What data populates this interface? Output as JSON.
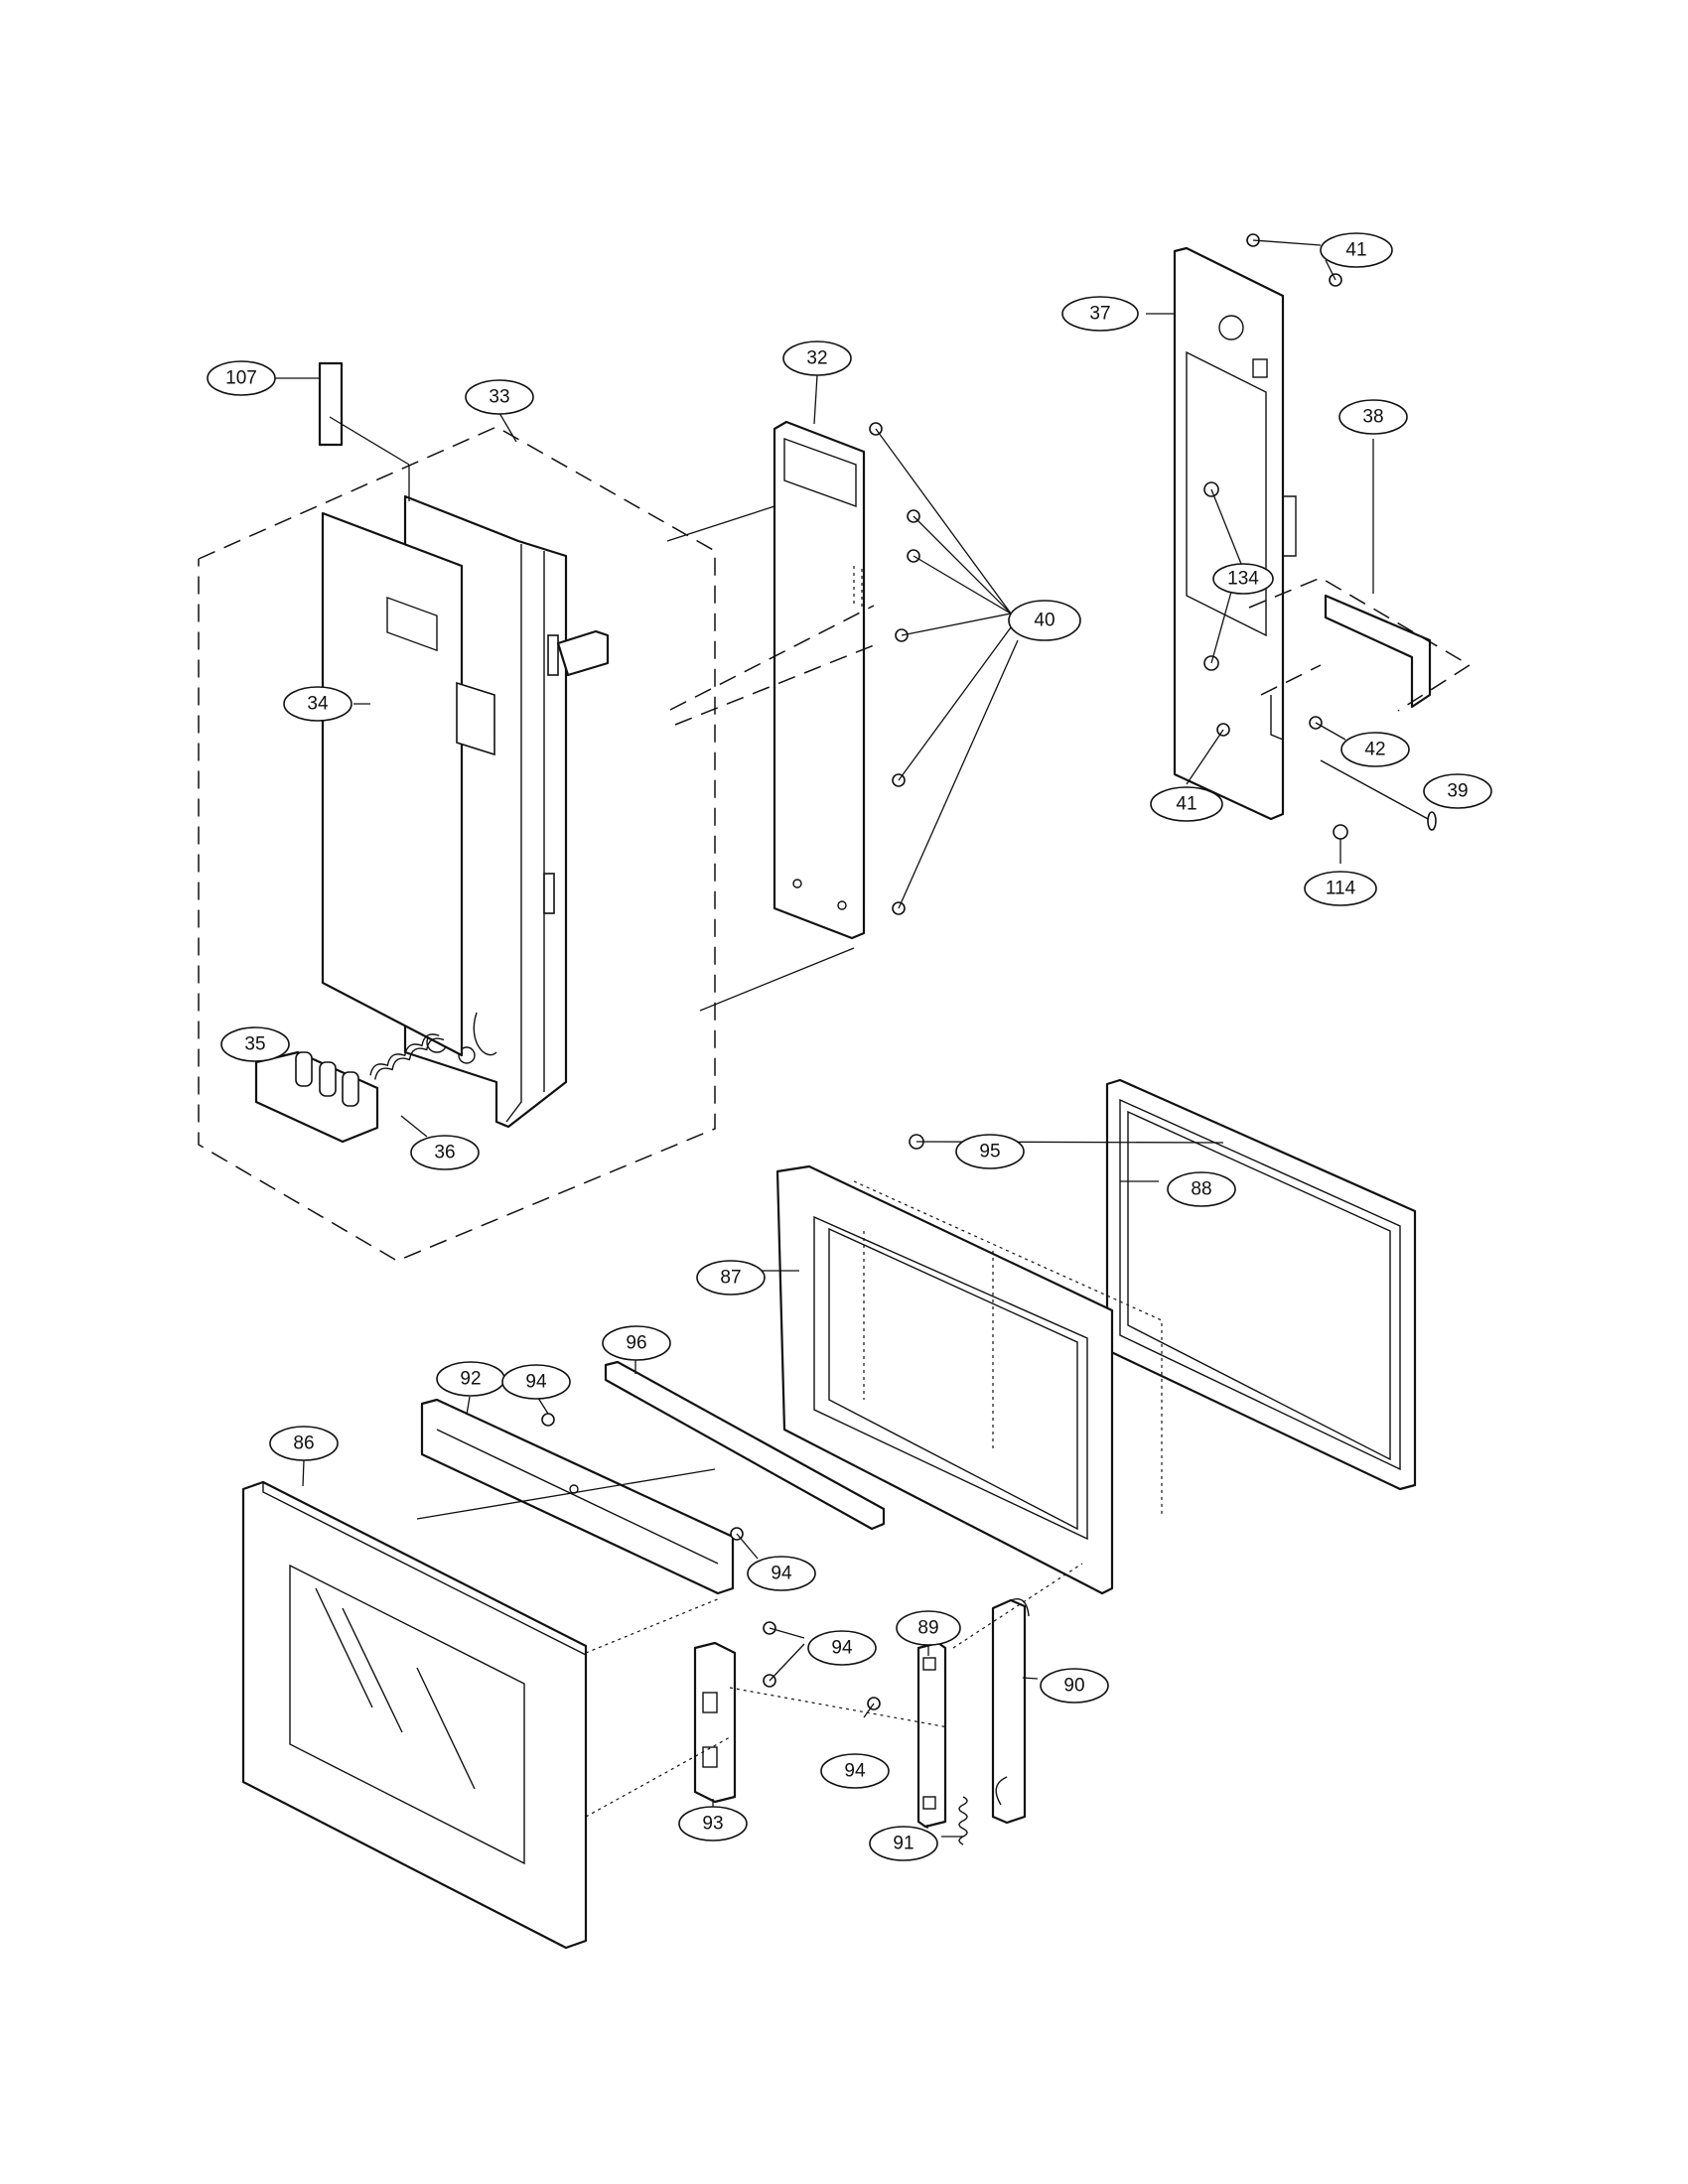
{
  "diagram": {
    "callouts": [
      "107",
      "33",
      "34",
      "35",
      "36",
      "32",
      "40",
      "37",
      "41",
      "134",
      "38",
      "42",
      "41",
      "39",
      "114",
      "95",
      "88",
      "87",
      "96",
      "92",
      "94",
      "86",
      "94",
      "94",
      "89",
      "90",
      "94",
      "93",
      "91"
    ]
  }
}
